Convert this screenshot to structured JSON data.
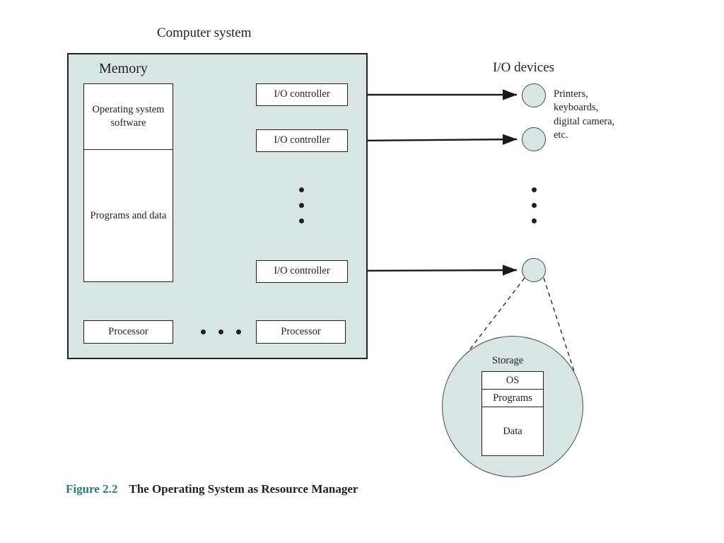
{
  "figure": {
    "number": "Figure 2.2",
    "title": "The Operating System as Resource Manager",
    "number_color": "#2a7d75",
    "title_color": "#231f20"
  },
  "colors": {
    "panel_fill": "#d7e6e3",
    "stroke": "#231f20",
    "circle_stroke": "#4a4a4a",
    "background": "#ffffff"
  },
  "computer_system": {
    "label": "Computer system",
    "memory": {
      "label": "Memory",
      "segments": [
        {
          "label": "Operating system software"
        },
        {
          "label": "Programs and data"
        }
      ]
    },
    "io_controllers": [
      {
        "label": "I/O controller"
      },
      {
        "label": "I/O controller"
      },
      {
        "label": "I/O controller"
      }
    ],
    "io_controller_ellipsis": "vertical-three-dots",
    "processors": [
      {
        "label": "Processor"
      },
      {
        "label": "Processor"
      }
    ],
    "processor_ellipsis": "horizontal-three-dots"
  },
  "io_devices": {
    "label": "I/O devices",
    "description_lines": [
      "Printers,",
      "keyboards,",
      "digital camera,",
      "etc."
    ],
    "device_ellipsis": "vertical-three-dots",
    "devices": [
      {
        "name": "io-device-1"
      },
      {
        "name": "io-device-2"
      },
      {
        "name": "io-device-3"
      }
    ]
  },
  "storage": {
    "label": "Storage",
    "segments": [
      {
        "label": "OS"
      },
      {
        "label": "Programs"
      },
      {
        "label": "Data"
      }
    ],
    "magnifier_style": "dashed-callout"
  },
  "connections": [
    {
      "from": "io-controller-1",
      "to": "io-device-1",
      "style": "double-headed-arrow"
    },
    {
      "from": "io-controller-2",
      "to": "io-device-2",
      "style": "double-headed-arrow"
    },
    {
      "from": "io-controller-3",
      "to": "io-device-3",
      "style": "double-headed-arrow"
    }
  ]
}
